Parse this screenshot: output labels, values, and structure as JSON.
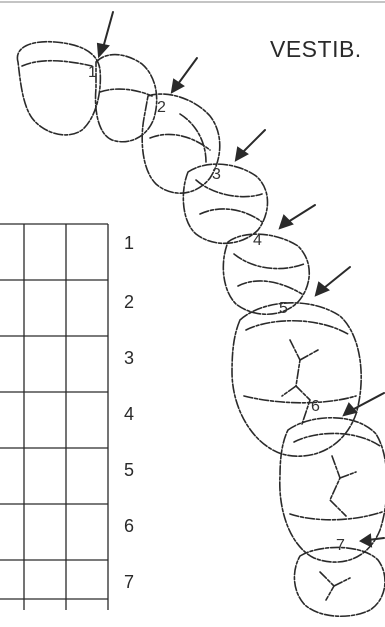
{
  "heading": "VESTIB.",
  "grid_row_labels": [
    "1",
    "2",
    "3",
    "4",
    "5",
    "6",
    "7"
  ],
  "tooth_labels": [
    "1",
    "2",
    "3",
    "4",
    "5",
    "6",
    "7"
  ],
  "colors": {
    "ink": "#2a2a2a",
    "paper": "#ffffff"
  }
}
